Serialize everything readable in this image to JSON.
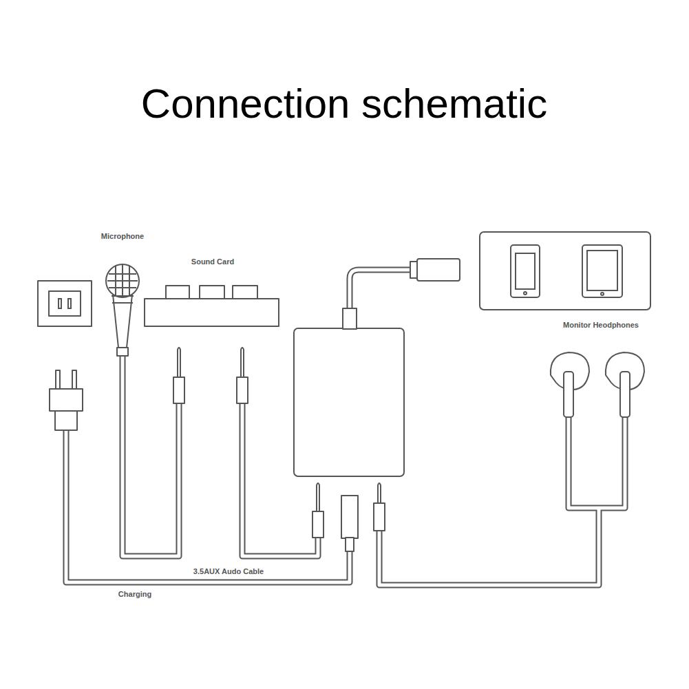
{
  "diagram": {
    "title": "Connection schematic",
    "labels": [
      "Microphone",
      "Sound Card",
      "Monitor Heodphones",
      "3.5AUX Audo Cable",
      "Charging"
    ]
  }
}
